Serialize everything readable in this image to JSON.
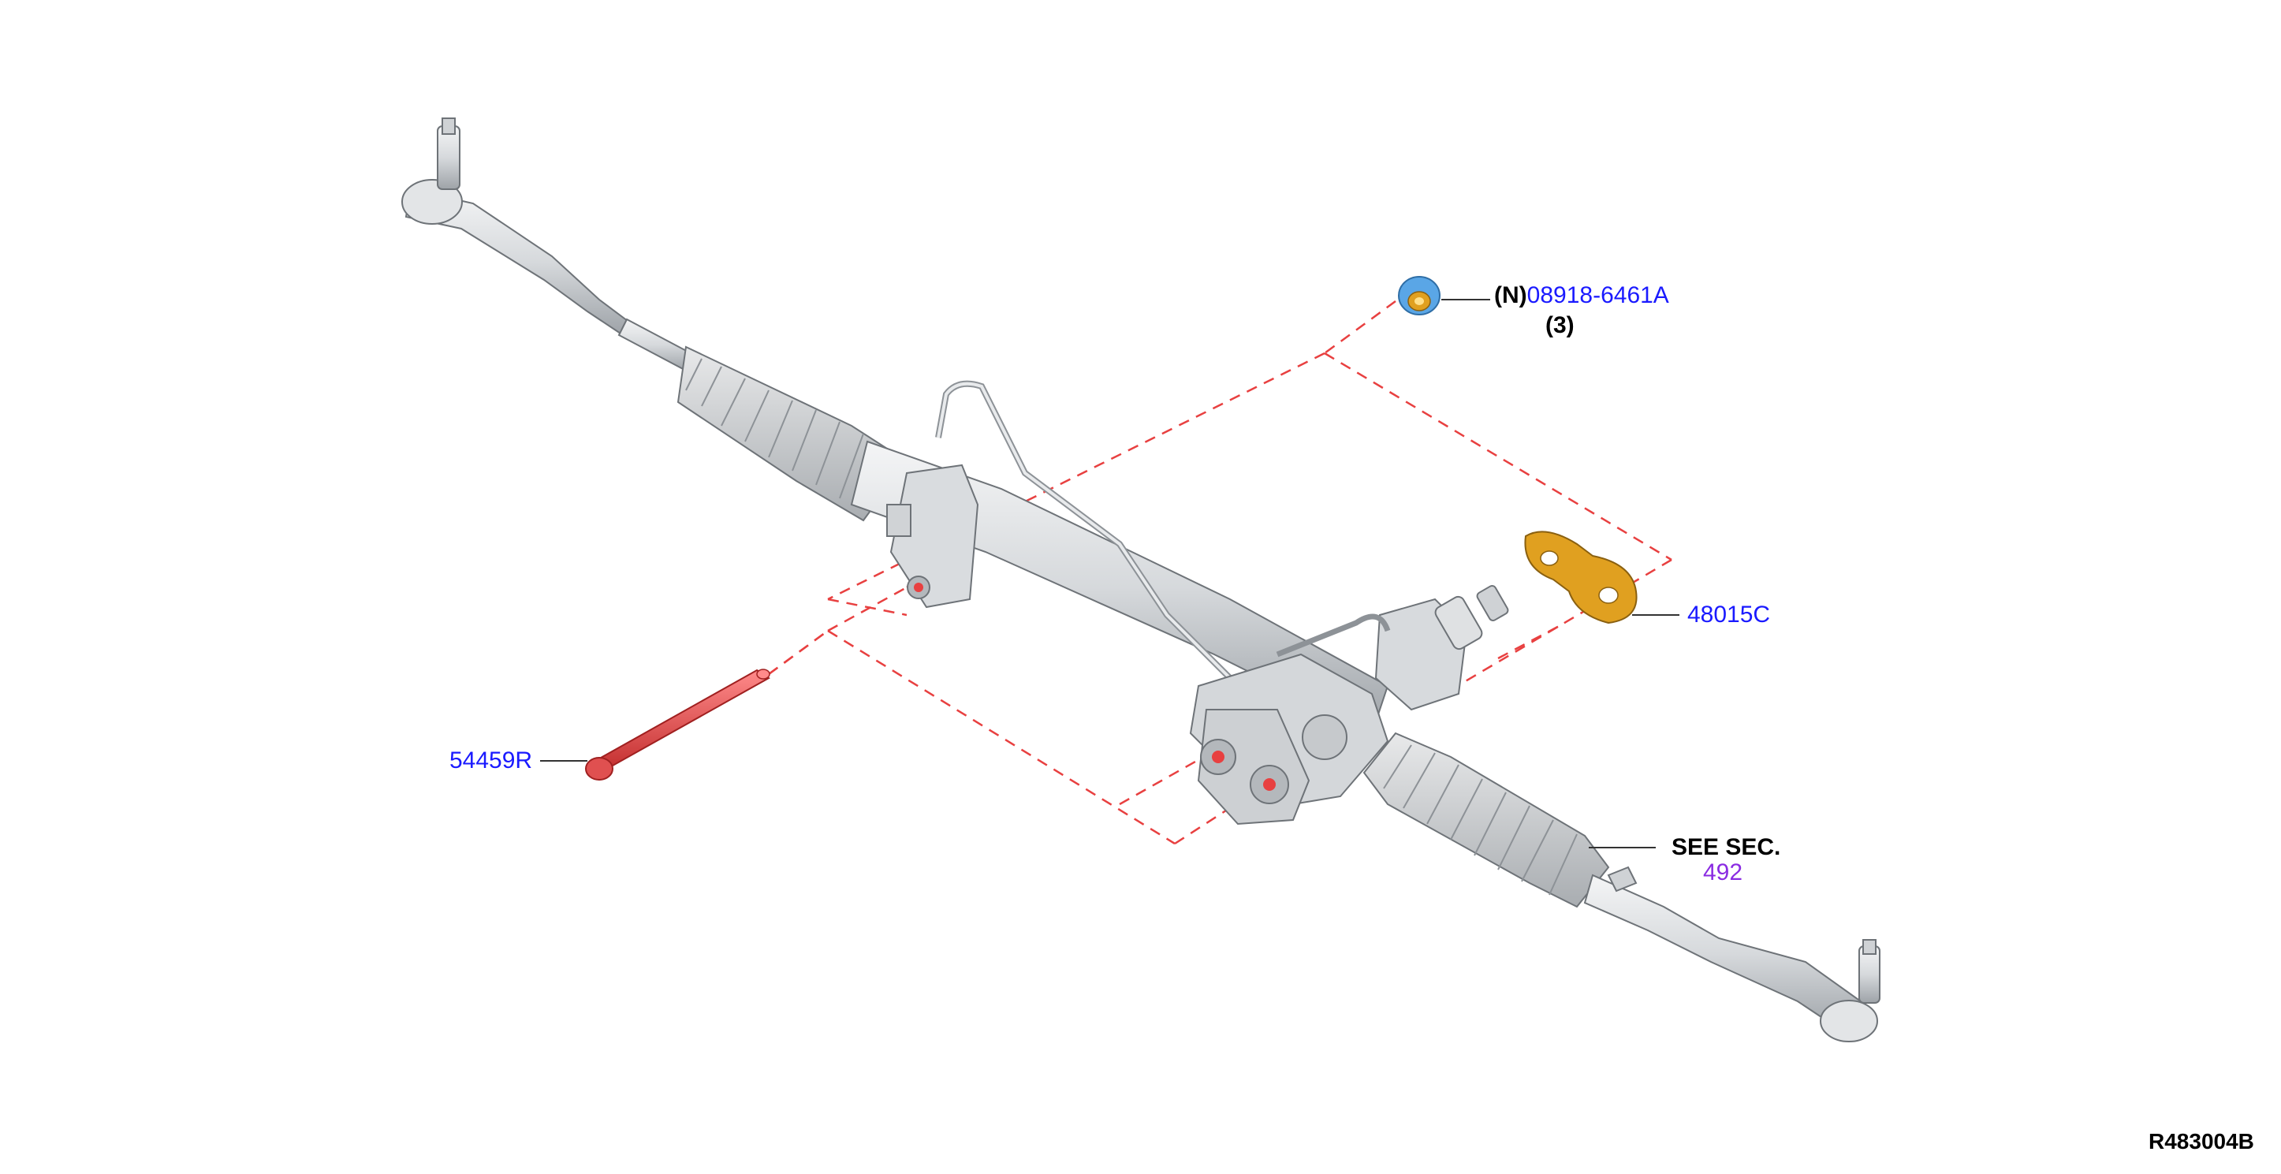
{
  "parts": {
    "nut": {
      "prefix": "(N)",
      "number": "08918-6461A",
      "qty": "(3)",
      "color": "#5aa6e6"
    },
    "insulator": {
      "number": "48015C",
      "color": "#e0a020"
    },
    "bolt": {
      "number": "54459R",
      "color": "#e05050"
    },
    "see_section": {
      "label": "SEE SEC.",
      "section": "492"
    }
  },
  "diagram_id": "R483004B",
  "colors": {
    "link": "#1a1aff",
    "section_link": "#8a2be2",
    "dash": "#e84040",
    "rack_body": "#dcdfe2",
    "rack_shadow": "#9aa0a6"
  }
}
